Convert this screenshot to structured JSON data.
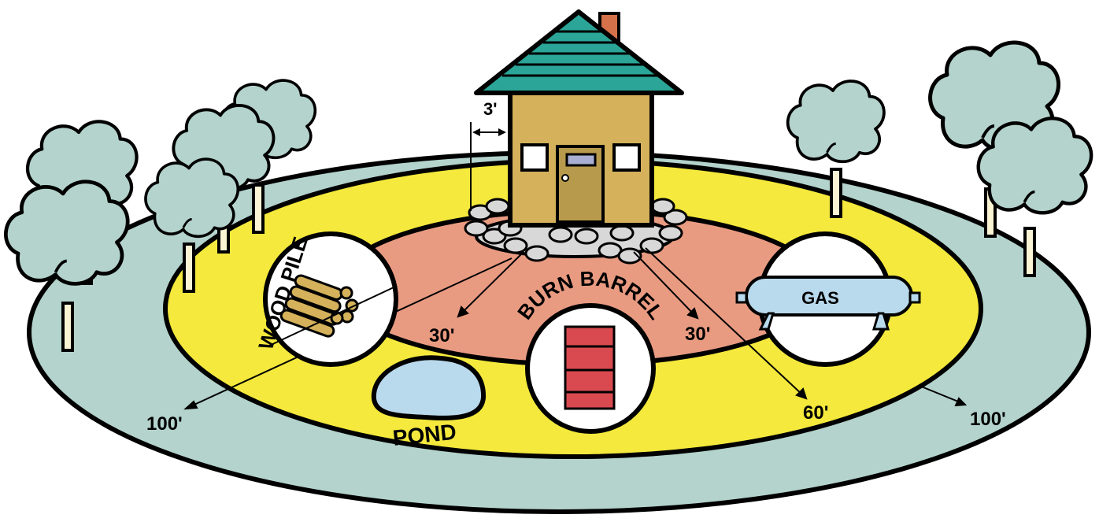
{
  "labels": {
    "clearance": "3'",
    "wood_pile": "WOOD PILE",
    "burn_barrel": "BURN BARREL",
    "gas": "GAS",
    "pond": "POND",
    "zone_30_left": "30'",
    "zone_30_right": "30'",
    "zone_60": "60'",
    "zone_100_left": "100'",
    "zone_100_right": "100'"
  },
  "colors": {
    "outer_zone": "#b3d3cc",
    "middle_zone": "#f4e93c",
    "inner_zone": "#e99b82",
    "roof": "#2aa597",
    "house_wall": "#d4b15a",
    "door": "#b89a4c",
    "chimney": "#d5714a",
    "tree_canopy": "#b3d3cc",
    "tree_trunk": "#fbf4d4",
    "pond": "#b9d9ec",
    "gas_tank": "#b9d9ec",
    "barrel": "#d94a50",
    "logs": "#d4b15a",
    "rocks": "#d8d8d8"
  },
  "icons": [
    "house-icon",
    "tree-icon",
    "woodpile-icon",
    "barrel-icon",
    "gas-tank-icon",
    "pond-icon",
    "rock-icon"
  ]
}
